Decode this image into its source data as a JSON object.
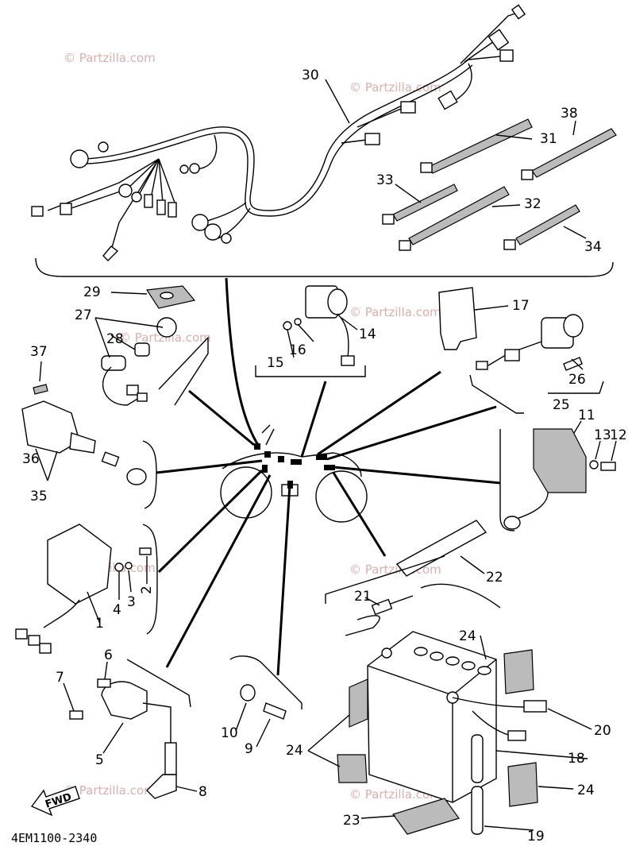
{
  "watermark": "© Partzilla.com",
  "diagram_code": "4EM1100-2340",
  "fwd_label": "FWD",
  "callouts": [
    "1",
    "2",
    "3",
    "4",
    "5",
    "6",
    "7",
    "8",
    "9",
    "10",
    "11",
    "12",
    "13",
    "14",
    "15",
    "16",
    "17",
    "18",
    "19",
    "20",
    "21",
    "22",
    "23",
    "24",
    "24",
    "24",
    "25",
    "26",
    "27",
    "28",
    "29",
    "30",
    "31",
    "32",
    "33",
    "34",
    "35",
    "36",
    "37",
    "38"
  ]
}
